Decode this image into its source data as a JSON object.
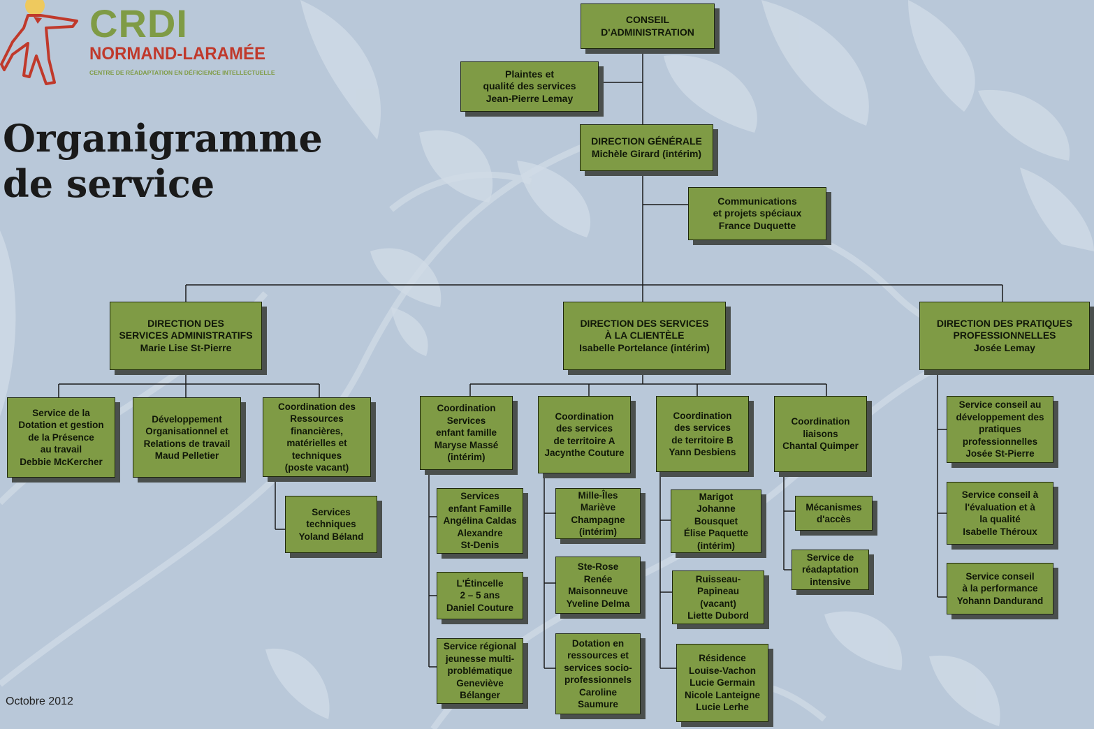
{
  "header": {
    "logo_brand": "CRDI",
    "logo_name": "NORMAND-LARAMÉE",
    "logo_subtitle": "CENTRE DE RÉADAPTATION EN DÉFICIENCE INTELLECTUELLE",
    "title_line1": "Organigramme",
    "title_line2": "de service"
  },
  "footer": {
    "date": "Octobre 2012"
  },
  "colors": {
    "box_fill": "#7f9b45",
    "background": "#b9c8d9",
    "brand_red": "#c0392b",
    "brand_green": "#7f9b45"
  },
  "boxes": {
    "conseil": [
      "CONSEIL",
      "D'ADMINISTRATION"
    ],
    "plaintes": [
      "Plaintes et",
      "qualité des services",
      "Jean-Pierre Lemay"
    ],
    "dg": [
      "DIRECTION GÉNÉRALE",
      "Michèle Girard (intérim)"
    ],
    "communications": [
      "Communications",
      "et projets spéciaux",
      "France Duquette"
    ],
    "dsa": [
      "DIRECTION DES",
      "SERVICES ADMINISTRATIFS",
      "Marie Lise St-Pierre"
    ],
    "dsc": [
      "DIRECTION DES SERVICES",
      "À LA CLIENTÈLE",
      "Isabelle Portelance (intérim)"
    ],
    "dpp": [
      "DIRECTION DES PRATIQUES",
      "PROFESSIONNELLES",
      "Josée Lemay"
    ],
    "dotation": [
      "Service de la",
      "Dotation et gestion",
      "de la Présence",
      "au travail",
      "Debbie McKercher"
    ],
    "developpement": [
      "Développement",
      "Organisationnel et",
      "Relations de travail",
      "Maud Pelletier"
    ],
    "coord_ressources": [
      "Coordination des",
      "Ressources",
      "financières,",
      "matérielles et",
      "techniques",
      "(poste vacant)"
    ],
    "services_techniques": [
      "Services",
      "techniques",
      "Yoland Béland"
    ],
    "coord_enfant": [
      "Coordination",
      "Services",
      "enfant famille",
      "Maryse Massé",
      "(intérim)"
    ],
    "coord_a": [
      "Coordination",
      "des services",
      "de territoire A",
      "Jacynthe Couture"
    ],
    "coord_b": [
      "Coordination",
      "des services",
      "de territoire B",
      "Yann Desbiens"
    ],
    "coord_liaisons": [
      "Coordination",
      "liaisons",
      "Chantal Quimper"
    ],
    "enfant_famille": [
      "Services",
      "enfant Famille",
      "Angélina Caldas",
      "Alexandre",
      "St-Denis"
    ],
    "etincelle": [
      "L'Étincelle",
      "2 – 5 ans",
      "Daniel Couture"
    ],
    "regional": [
      "Service régional",
      "jeunesse multi-",
      "problématique",
      "Geneviève",
      "Bélanger"
    ],
    "mille_iles": [
      "Mille-Îles",
      "Mariève",
      "Champagne",
      "(intérim)"
    ],
    "ste_rose": [
      "Ste-Rose",
      "Renée",
      "Maisonneuve",
      "Yveline Delma"
    ],
    "dotation_ress": [
      "Dotation en",
      "ressources et",
      "services socio-",
      "professionnels",
      "Caroline",
      "Saumure"
    ],
    "marigot": [
      "Marigot",
      "Johanne",
      "Bousquet",
      "Élise Paquette",
      "(intérim)"
    ],
    "ruisseau": [
      "Ruisseau-",
      "Papineau",
      "(vacant)",
      "Liette Dubord"
    ],
    "residence": [
      "Résidence",
      "Louise-Vachon",
      "Lucie Germain",
      "Nicole Lanteigne",
      "Lucie Lerhe"
    ],
    "mecanismes": [
      "Mécanismes",
      "d'accès"
    ],
    "readaptation": [
      "Service de",
      "réadaptation",
      "intensive"
    ],
    "sc_developpement": [
      "Service conseil au",
      "développement des",
      "pratiques",
      "professionnelles",
      "Josée St-Pierre"
    ],
    "sc_evaluation": [
      "Service conseil à",
      "l'évaluation et à",
      "la qualité",
      "Isabelle Théroux"
    ],
    "sc_performance": [
      "Service conseil",
      "à la performance",
      "Yohann Dandurand"
    ]
  }
}
